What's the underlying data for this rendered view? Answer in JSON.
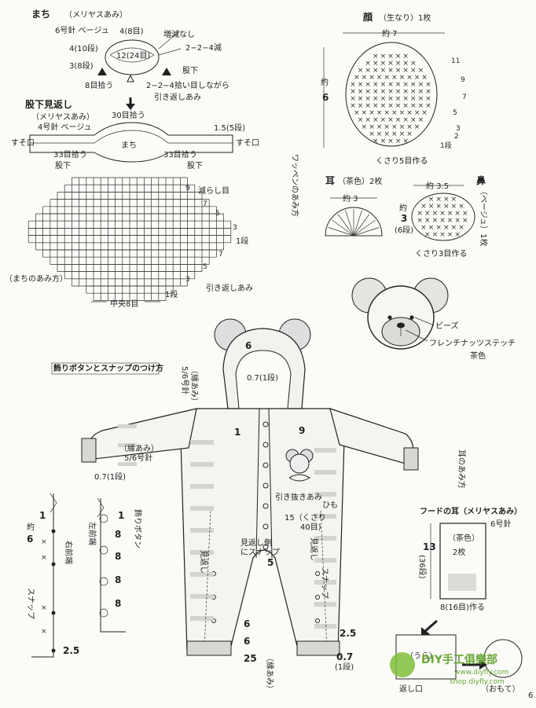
{
  "gusset": {
    "title": "まち",
    "technique": "（メリヤスあみ）",
    "needle_color": "6号針 ベージュ",
    "top_count": "4(8目)",
    "no_decrease": "増減なし",
    "decrease_rule": "2−2−4減",
    "left_rows": "4(10段)",
    "center": "12(24目)",
    "left_rows2": "3(8段)",
    "crotch": "股下",
    "pickup": "8目拾う",
    "pickup_rule": "2−2−4拾い目しながら",
    "short_rows": "引き返しあみ"
  },
  "facing": {
    "title": "股下見返し",
    "technique": "（メリヤスあみ）",
    "needle_color": "4号針 ベージュ",
    "center_pick": "30目拾う",
    "right_rows": "1.5(5段)",
    "cuff": "すそ口",
    "left_pick": "33目拾う",
    "right_pick": "33目拾う",
    "crotch": "股下",
    "gusset_label": "まち"
  },
  "gusset_chart": {
    "decrease_label": "減らし目",
    "row1": "1段",
    "short_rows": "引き返しあみ",
    "center": "中央8目",
    "row1b": "1段",
    "caption": "（まちのあみ方）",
    "row_numbers_right": [
      "9",
      "7",
      "5",
      "3"
    ],
    "row_numbers_bottom_right": [
      "7",
      "5",
      "3"
    ]
  },
  "face": {
    "title": "顔",
    "color_count": "（生なり）1枚",
    "width": "約 7",
    "height_label": "約",
    "height_value": "6",
    "chain_start": "くさり5目作る",
    "row_numbers": [
      "11",
      "9",
      "7",
      "5",
      "3",
      "2",
      "1段"
    ],
    "side_label": "ワッペンのあみ方"
  },
  "ear": {
    "title": "耳",
    "color_count": "（茶色）2枚",
    "width": "約 3"
  },
  "nose": {
    "title": "鼻",
    "color_count": "（ベージュ）1枚",
    "width": "約 3.5",
    "height_label": "約",
    "height_value": "3",
    "rows": "(6段)",
    "chain_start": "くさり3目作る"
  },
  "bear_head": {
    "beads": "ビーズ",
    "french_knot": "フレンチナッツステッチ",
    "french_color": "茶色"
  },
  "garment": {
    "button_section": "飾りボタンとスナップのつけ方",
    "hood_edge": "（縁あみ）",
    "hood_needle": "5/6号針",
    "hood_six": "6",
    "hood_dim": "0.7(1段)",
    "sleeve_edge": "（縁あみ）",
    "sleeve_needle": "5/6号針",
    "sleeve_dim": "0.7(1段)",
    "front_one": "1",
    "front_nine": "9",
    "draw_cord": "引き抜きあみ",
    "cord": "ひも",
    "cord_len": "15（くさり",
    "cord_chain": "40目)",
    "facing_left": "見返し",
    "facing_snap": "見返し側",
    "facing_snap2": "にスナップ",
    "facing_right": "見返し",
    "snap": "スナップ",
    "five": "5",
    "six_a": "6",
    "six_b": "6",
    "twofive_a": "2.5",
    "twofive_b": "25",
    "bottom_edge": "（縁あみ）",
    "bottom_dim": "0.7",
    "bottom_row": "(1段)",
    "ear_method": "耳のあみ方"
  },
  "right_front": {
    "one": "1",
    "approx": "約",
    "six": "6",
    "label": "右前端",
    "snap": "スナップ",
    "two_five": "2.5"
  },
  "left_front": {
    "one": "1",
    "eights": [
      "8",
      "8",
      "8",
      "8"
    ],
    "label": "左前端",
    "deco": "飾りボタン"
  },
  "hood_ear": {
    "title": "フードの耳（メリヤスあみ）",
    "needle": "6号針",
    "color": "（茶色）",
    "count": "2枚",
    "height": "13",
    "rows": "(36段)",
    "base": "8(16目)作る"
  },
  "logo": {
    "name": "DIY手工俱樂部",
    "url1": "www.diyfly.com",
    "url2": "shop.diyfly.com",
    "label_back": "返し口",
    "label_front": "（おもて）",
    "label_inside": "（うら）"
  },
  "page_number": "6"
}
